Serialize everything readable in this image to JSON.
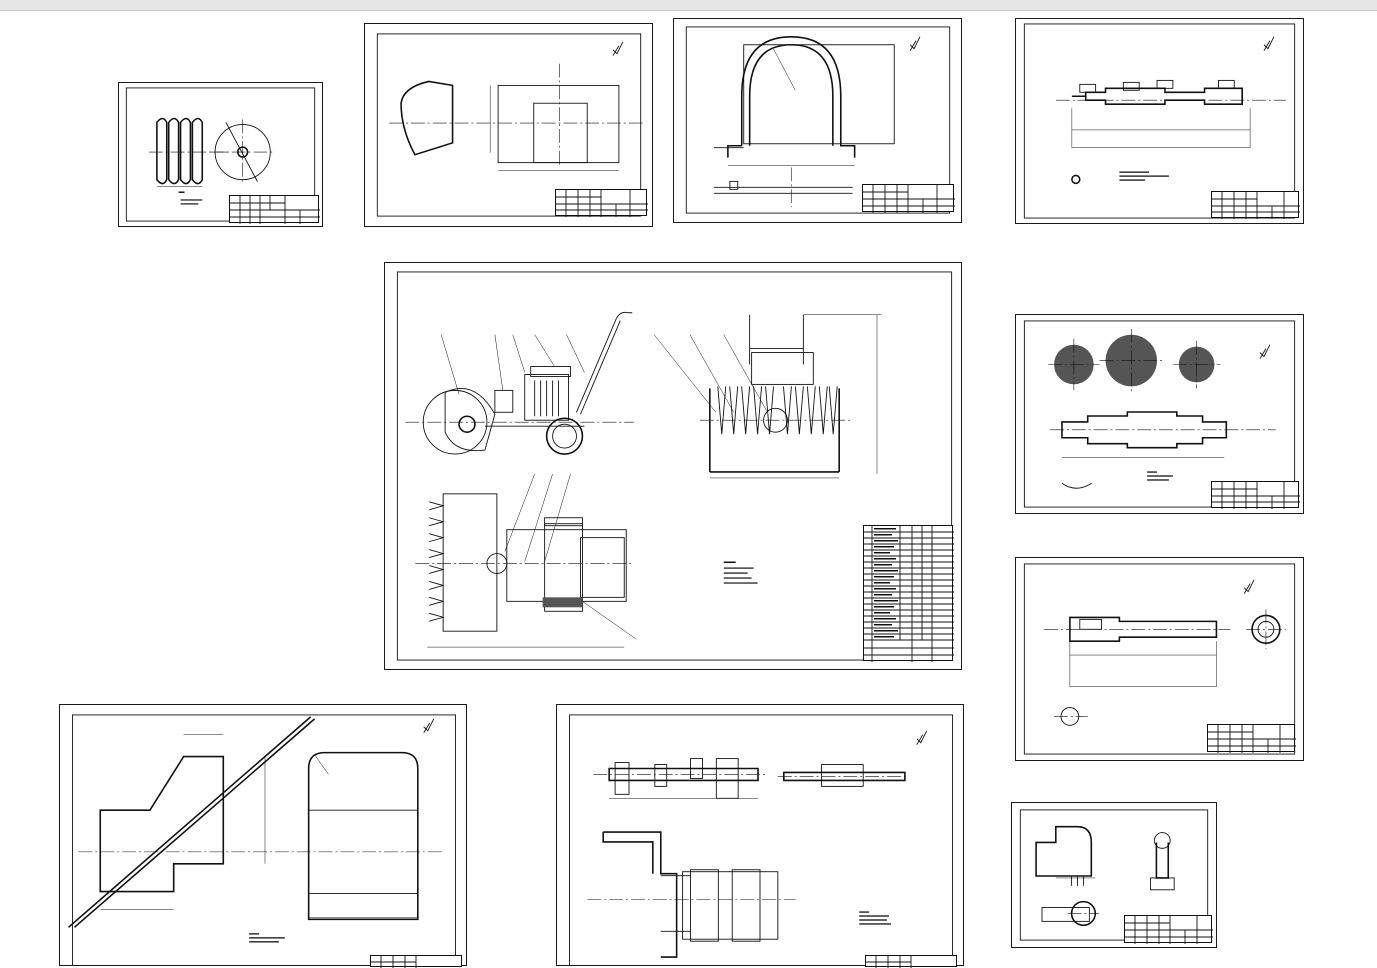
{
  "viewer": {
    "toolbar_color": "#e6e6e6"
  },
  "sheets": [
    {
      "id": "auger-blade",
      "title_block_label": "",
      "notes": ""
    },
    {
      "id": "housing-cover",
      "title_block_label": "",
      "notes": ""
    },
    {
      "id": "handle-frame",
      "title_block_label": "",
      "notes": ""
    },
    {
      "id": "drive-shaft",
      "title_block_label": "",
      "notes": ""
    },
    {
      "id": "general-assembly",
      "title_block_label": "",
      "notes": ""
    },
    {
      "id": "spline-shaft",
      "title_block_label": "",
      "notes": ""
    },
    {
      "id": "pin-shaft",
      "title_block_label": "",
      "notes": ""
    },
    {
      "id": "side-plate",
      "title_block_label": "",
      "notes": ""
    },
    {
      "id": "chassis-frame",
      "title_block_label": "",
      "notes": ""
    },
    {
      "id": "elbow-chute",
      "title_block_label": "",
      "notes": ""
    }
  ],
  "icons": {
    "roughness_symbol": "surface-roughness-icon"
  }
}
